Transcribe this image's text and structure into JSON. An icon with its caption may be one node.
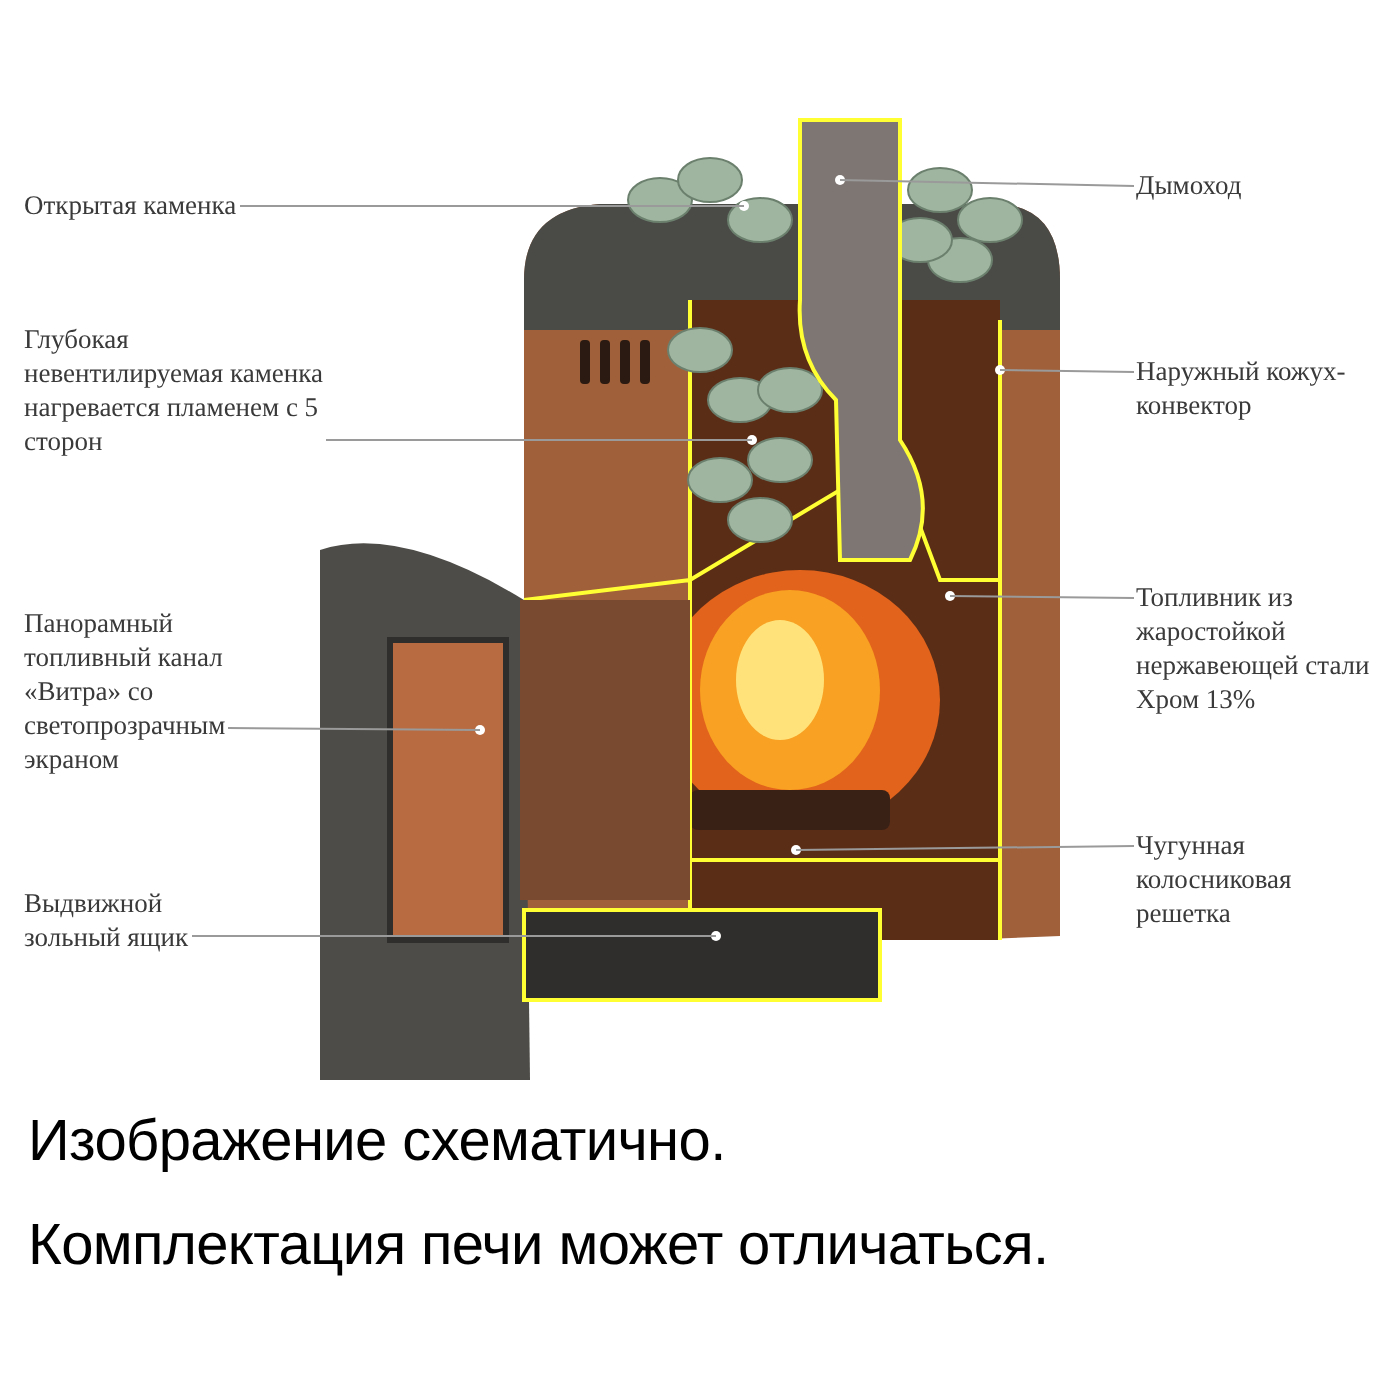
{
  "diagram": {
    "nodes": [
      {
        "text": [
          "Открытая каменка"
        ]
      },
      {
        "text": [
          "Глубокая невентилируемая каменка нагревается пламенем с 5 сторон"
        ]
      },
      {
        "text": [
          "Панорамный топливный канал «Витра» со светопрозрачным экраном"
        ]
      },
      {
        "text": [
          "Выдвижной зольный ящик"
        ]
      },
      {
        "text": [
          "Дымоход"
        ]
      },
      {
        "text": [
          "Наружный кожух-конвектор"
        ]
      },
      {
        "text": [
          "Топливник из жаростойкой нержавеющей стали Хром 13%"
        ]
      },
      {
        "text": [
          "Чугунная колосниковая решетка"
        ]
      }
    ],
    "edges": [
      {
        "from": 0,
        "to": null,
        "arrow": "none"
      },
      {
        "from": 1,
        "to": null,
        "arrow": "none"
      },
      {
        "from": 2,
        "to": null,
        "arrow": "none"
      },
      {
        "from": 3,
        "to": null,
        "arrow": "none"
      },
      {
        "from": 4,
        "to": null,
        "arrow": "none"
      },
      {
        "from": 5,
        "to": null,
        "arrow": "none"
      },
      {
        "from": 6,
        "to": null,
        "arrow": "none"
      },
      {
        "from": 7,
        "to": null,
        "arrow": "none"
      }
    ],
    "labels": [
      "Изображение схематично.",
      "Комплектация печи может отличаться."
    ]
  }
}
